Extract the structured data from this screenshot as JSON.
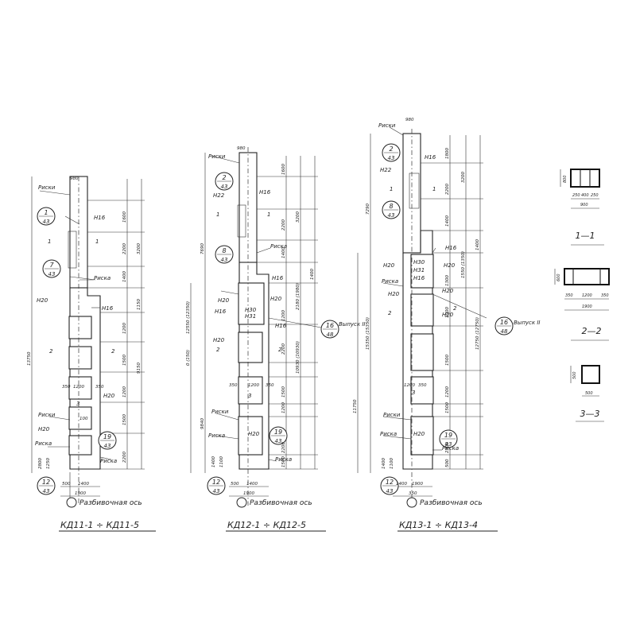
{
  "titles": {
    "t1": "КД11-1 ÷ КД11-5",
    "t2": "КД12-1 ÷ КД12-5",
    "t3": "КД13-1 ÷ КД13-4",
    "axis": "Разбивочная ось"
  },
  "sections": {
    "s11": "1—1",
    "s22": "2—2",
    "s33": "3—3",
    "s11_dims": [
      "800",
      "250",
      "400",
      "250",
      "900"
    ],
    "s22_dims": [
      "600",
      "350",
      "1200",
      "350",
      "1900"
    ],
    "s33_dims": [
      "500",
      "500"
    ]
  },
  "callouts": {
    "ref_7_43": [
      "7",
      "43"
    ],
    "ref_1_43": [
      "1",
      "43"
    ],
    "ref_2_43": [
      "2",
      "43"
    ],
    "ref_8_43": [
      "8",
      "43"
    ],
    "ref_12_43": [
      "12",
      "43"
    ],
    "ref_19_43": [
      "19",
      "43"
    ],
    "ref_16_48": [
      "16",
      "48"
    ]
  },
  "labels": {
    "riski": "Риски",
    "riska": "Риска",
    "n16": "H16",
    "n20": "H20",
    "n22": "H22",
    "n30": "H30",
    "n31": "H31",
    "vypusk": "Выпуск II",
    "mark1": "1",
    "mark2": "2",
    "mark3": "3"
  },
  "col1_dims": [
    "980",
    "1600",
    "2200",
    "3200",
    "1400",
    "1150",
    "1200",
    "1500",
    "9150",
    "1200",
    "1500",
    "2200",
    "13750",
    "2800",
    "1250",
    "350",
    "1200",
    "350",
    "500",
    "1400",
    "1900",
    "100"
  ],
  "col2_dims": [
    "980",
    "1600",
    "2200",
    "3200",
    "1400",
    "7690",
    "12550 (12350)",
    "0 (150)",
    "1400",
    "2180 (1980)",
    "1200",
    "2200",
    "10930 (10930)",
    "1500",
    "9840",
    "1200",
    "2200",
    "1500",
    "1400",
    "1100",
    "500",
    "1400",
    "1900",
    "350",
    "1200",
    "350"
  ],
  "col3_dims": [
    "980",
    "1800",
    "3200",
    "2200",
    "1400",
    "7290",
    "1400",
    "1550 (1350)",
    "1300",
    "1900",
    "12750 (12750)",
    "15350 (15350)",
    "1500",
    "11750",
    "1200",
    "1500",
    "2200",
    "1400",
    "1100",
    "500",
    "1400",
    "1900",
    "350",
    "1200",
    "350"
  ]
}
